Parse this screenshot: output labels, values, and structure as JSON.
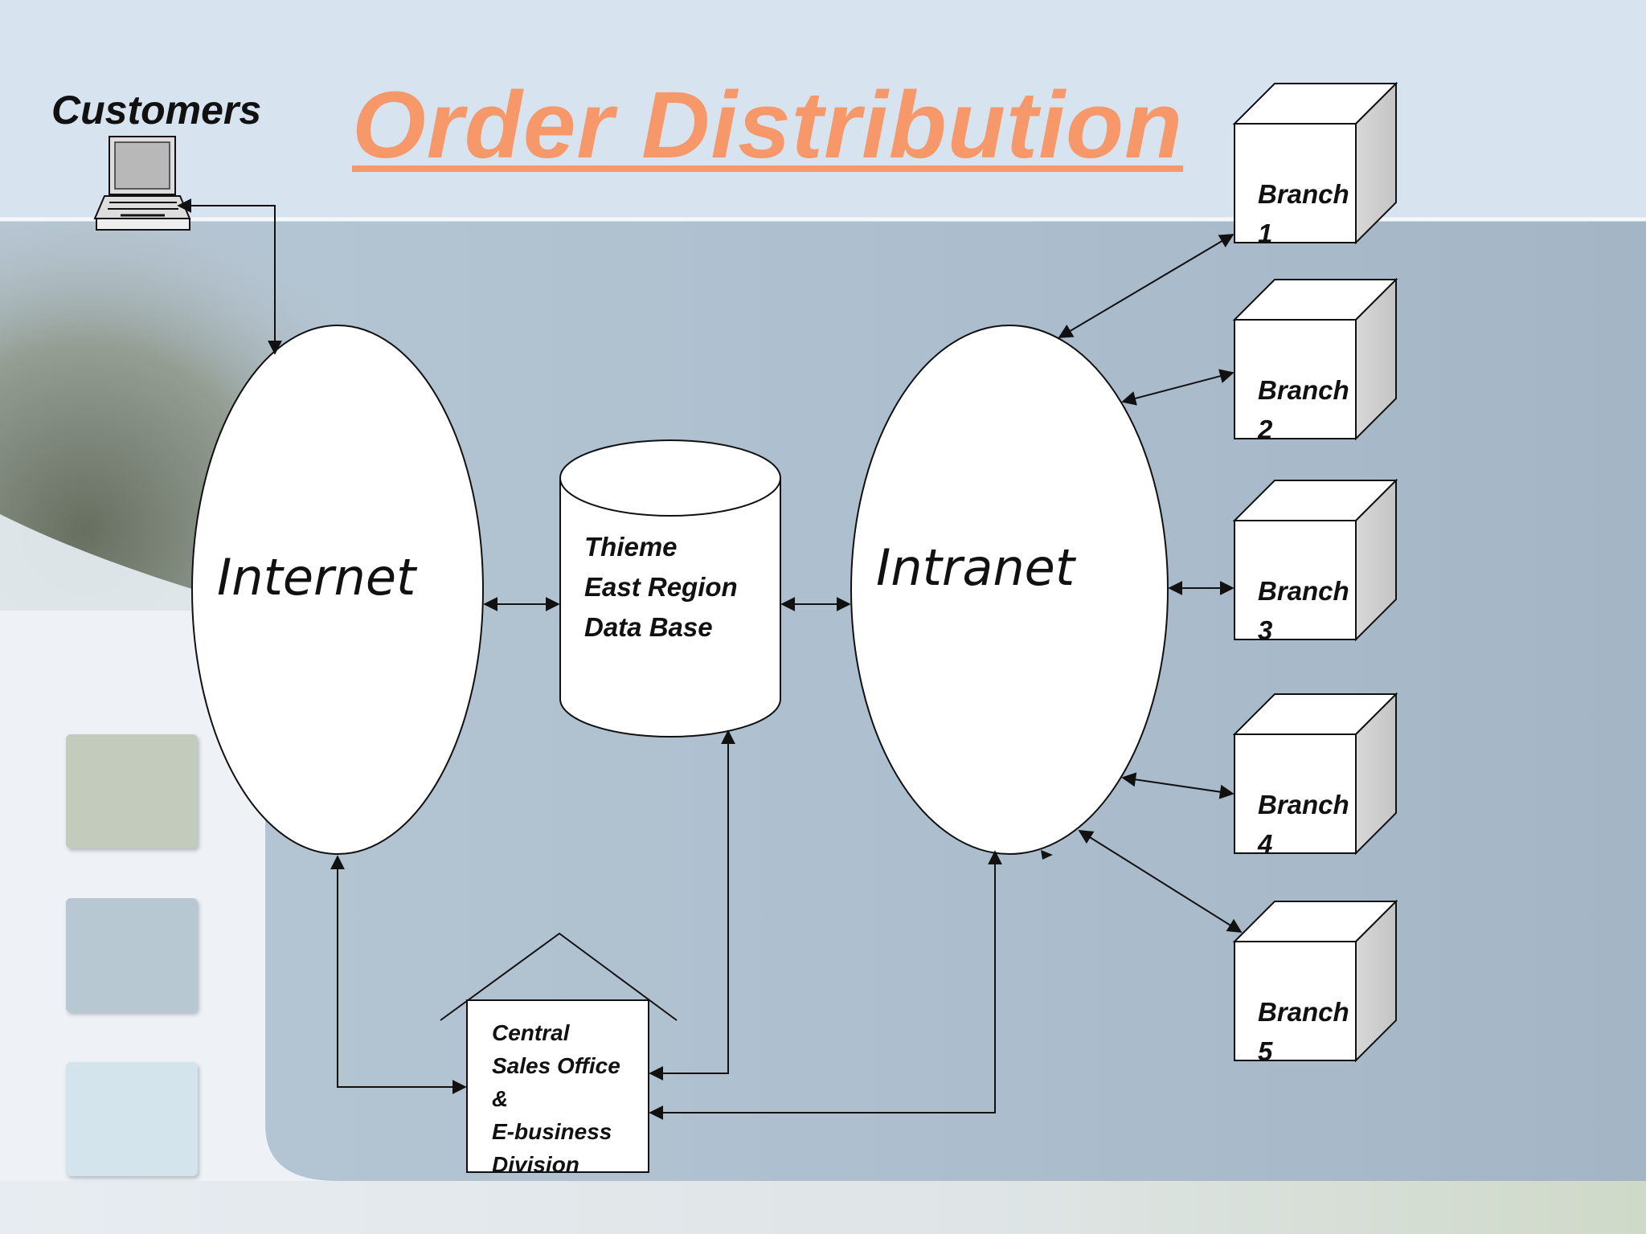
{
  "slide": {
    "title": "Order Distribution",
    "customers_label": "Customers"
  },
  "nodes": {
    "internet": "Internet",
    "intranet": "Intranet",
    "database_lines": [
      "Thieme",
      "East Region",
      "Data Base"
    ],
    "office_lines": [
      "Central",
      "Sales Office",
      "&",
      "E-business",
      "Division"
    ],
    "branches": [
      {
        "word": "Branch",
        "num": "1"
      },
      {
        "word": "Branch",
        "num": "2"
      },
      {
        "word": "Branch",
        "num": "3"
      },
      {
        "word": "Branch",
        "num": "4"
      },
      {
        "word": "Branch",
        "num": "5"
      }
    ]
  },
  "colors": {
    "title": "#f7986a",
    "header_band": "#d7e4ef",
    "panel": "#a9bccb",
    "square_1": "#c3cbbd",
    "square_2": "#b8c8d3",
    "square_3": "#d4e4ec"
  }
}
